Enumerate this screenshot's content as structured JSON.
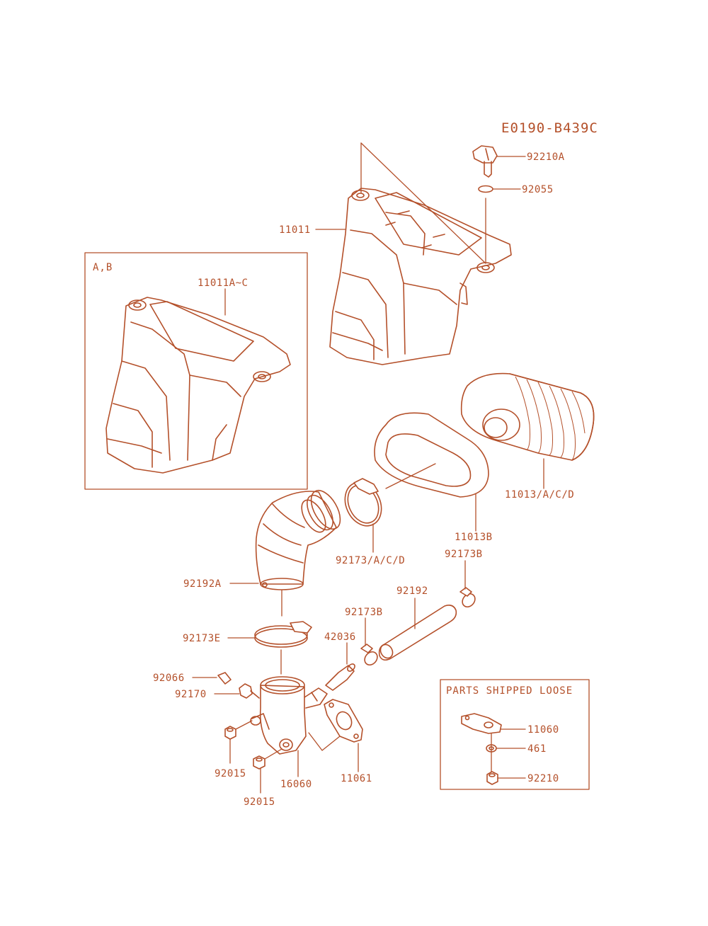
{
  "diagram_code": "E0190-B439C",
  "colors": {
    "line": "#b4502a",
    "background": "#ffffff"
  },
  "inset_box": {
    "label": "A,B",
    "part_label": "11011A~C"
  },
  "loose_box": {
    "title": "PARTS SHIPPED LOOSE",
    "labels": [
      "11060",
      "461",
      "92210"
    ]
  },
  "labels": {
    "p92210A": "92210A",
    "p92055": "92055",
    "p11011": "11011",
    "p11013": "11013/A/C/D",
    "p11013B": "11013B",
    "p92173ACD": "92173/A/C/D",
    "p92173B_top": "92173B",
    "p92192A": "92192A",
    "p92192": "92192",
    "p92173B_mid": "92173B",
    "p92173E": "92173E",
    "p42036": "42036",
    "p92066": "92066",
    "p92170": "92170",
    "p92015_a": "92015",
    "p92015_b": "92015",
    "p16060": "16060",
    "p11061": "11061"
  }
}
